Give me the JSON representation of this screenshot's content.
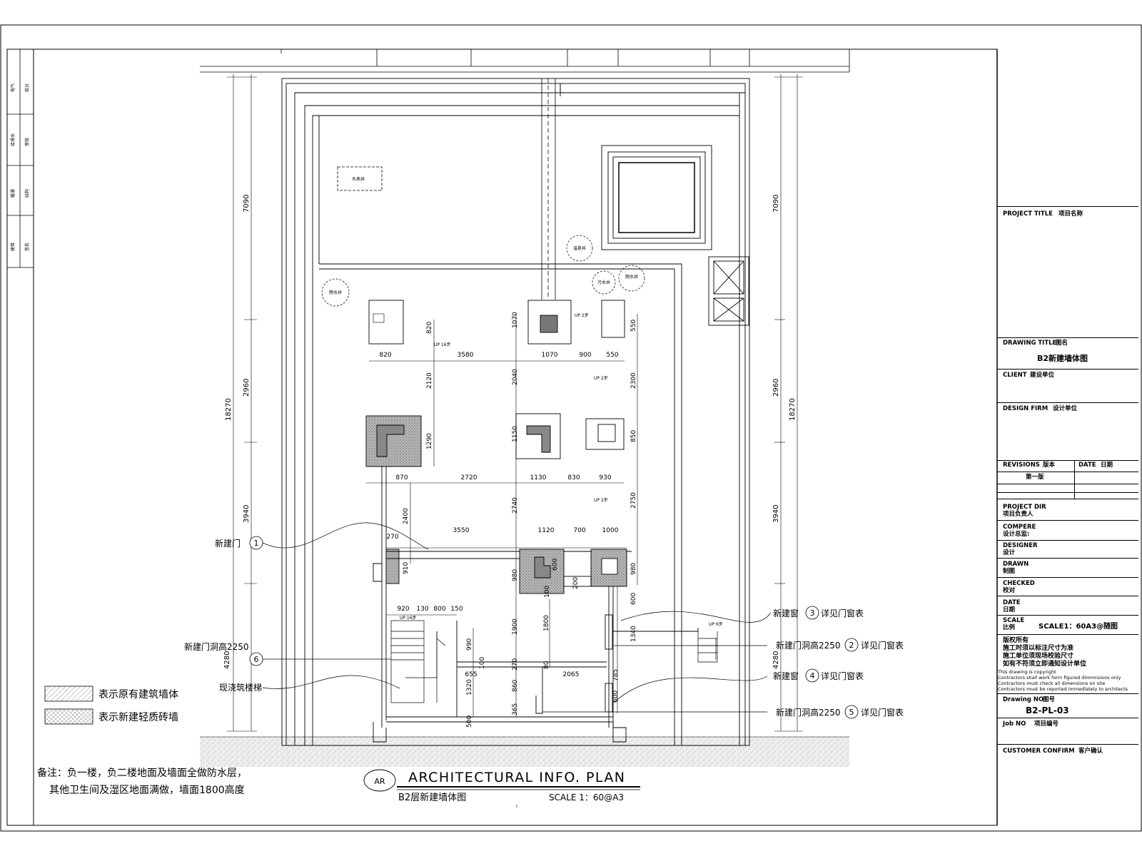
{
  "sidebar": {
    "cells": [
      "电气",
      "校对",
      "给排水",
      "审核",
      "暖通",
      "结构",
      "建筑",
      "签名"
    ]
  },
  "title_block": {
    "project_title_label": "PROJECT TITLE",
    "project_title_cn": "项目名称",
    "drawing_title_label": "DRAWING TITLE",
    "drawing_title_cn": "图名",
    "drawing_title_value": "B2新建墙体图",
    "client_label": "CLIENT",
    "client_cn": "建设单位",
    "design_firm_label": "DESIGN FIRM",
    "design_firm_cn": "设计单位",
    "revisions_label": "REVISIONS",
    "revisions_cn": "版本",
    "date_label": "DATE",
    "date_cn": "日期",
    "revision_1": "第一版",
    "project_dir_label": "PROJECT DIR",
    "project_dir_cn": "项目负责人",
    "compere_label": "COMPERE",
    "compere_cn": "设计总监:",
    "designer_label": "DESIGNER",
    "designer_cn": "设计",
    "drawn_label": "DRAWN",
    "drawn_cn": "制图",
    "checked_label": "CHECKED",
    "checked_cn": "校对",
    "date2_label": "DATE",
    "date2_cn": "日期",
    "scale_label": "SCALE",
    "scale_cn": "比例",
    "scale_value": "SCALE1：60A3@随图",
    "copyright_cn_1": "版权所有",
    "copyright_cn_2": "施工时须以标注尺寸为准",
    "copyright_cn_3": "施工单位须现场校验尺寸",
    "copyright_cn_4": "如有不符须立即通知设计单位",
    "copyright_en_1": "This drawing is copyright",
    "copyright_en_2": "Contractors shall work form figured dimmnsions only",
    "copyright_en_3": "Contractors must check all dimensions on site",
    "copyright_en_4": "Contractors must be reported immediately to architects",
    "drawing_no_label": "Drawing NO",
    "drawing_no_cn": "图号",
    "drawing_no_value": "B2-PL-03",
    "job_no_label": "Job NO",
    "job_no_cn": "项目编号",
    "customer_label": "CUSTOMER CONFIRM",
    "customer_cn": "客户确认"
  },
  "plan": {
    "dims_left": [
      "18270",
      "7090",
      "2960",
      "3940",
      "4280"
    ],
    "dims_right": [
      "7090",
      "2960",
      "3940",
      "4280",
      "18270"
    ],
    "row1_dims": [
      "820",
      "3580",
      "1070",
      "900",
      "550"
    ],
    "row2_dims": [
      "870",
      "2720",
      "1130",
      "830",
      "930"
    ],
    "row3_dims": [
      "270",
      "3550",
      "1120",
      "700",
      "1000"
    ],
    "row4_dims": [
      "920",
      "130",
      "800",
      "150"
    ],
    "vdims": [
      "820",
      "2120",
      "1290",
      "2400",
      "910",
      "1070",
      "2040",
      "1150",
      "2740",
      "980",
      "1900",
      "270",
      "860",
      "365",
      "550",
      "2300",
      "850",
      "2750",
      "980",
      "600",
      "1340",
      "785",
      "600",
      "600",
      "200",
      "100",
      "1800",
      "990",
      "100",
      "1320",
      "500",
      "80"
    ],
    "hdims_misc": [
      "655",
      "2065"
    ],
    "fixture_labels": [
      "水表井",
      "温泉井",
      "污水井",
      "雨水井",
      "雨水井"
    ],
    "up_labels": [
      "UP 16步",
      "UP 2步",
      "UP 2步",
      "UP 2步",
      "UP 16步",
      "UP 6步"
    ],
    "callouts_left": [
      {
        "text": "新建门",
        "num": "1"
      },
      {
        "text": "新建门洞高2250",
        "num": "6"
      }
    ],
    "stair_label": "现浇筑楼梯",
    "callouts_right": [
      {
        "text": "新建窗",
        "num": "3",
        "ref": "详见门窗表"
      },
      {
        "text": "新建门洞高2250",
        "num": "2",
        "ref": "详见门窗表"
      },
      {
        "text": "新建窗",
        "num": "4",
        "ref": "详见门窗表"
      },
      {
        "text": "新建门洞高2250",
        "num": "5",
        "ref": "详见门窗表"
      }
    ]
  },
  "legend": {
    "existing": "表示原有建筑墙体",
    "new": "表示新建轻质砖墙"
  },
  "note": {
    "line1": "备注：负一楼，负二楼地面及墙面全做防水层，",
    "line2": "其他卫生间及湿区地面满做，墙面1800高度"
  },
  "footer": {
    "ar": "AR",
    "title": "ARCHITECTURAL  INFO.  PLAN",
    "subtitle": "B2层新建墙体图",
    "scale": "SCALE  1：60@A3"
  }
}
